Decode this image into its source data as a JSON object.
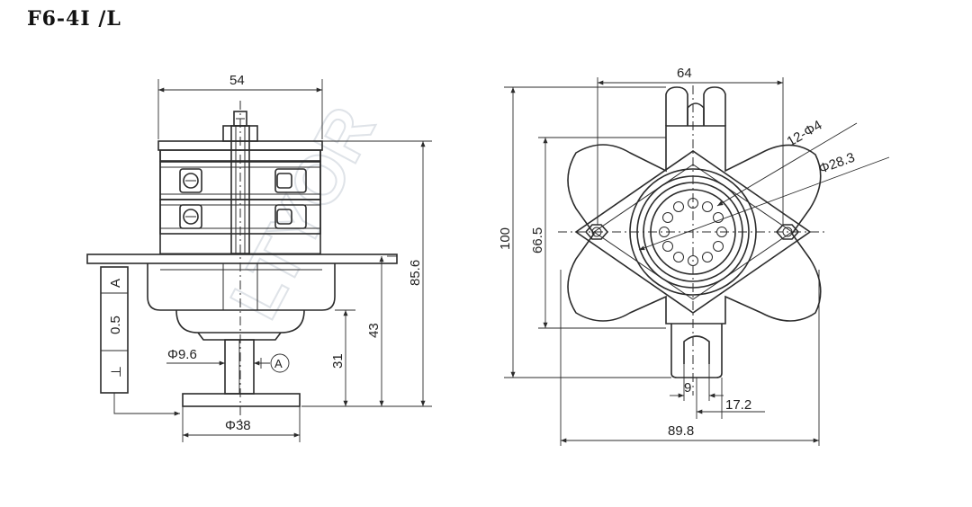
{
  "title": "F6-4I /L",
  "watermark": "LTYOR",
  "left_view": {
    "dims": {
      "width_top": "54",
      "height_total": "85.6",
      "height_43": "43",
      "height_31": "31",
      "shaft_dia": "Φ9.6",
      "knob_dia": "Φ38"
    },
    "label_box": {
      "top": "A",
      "middle": "0.5",
      "bottom": "⊥"
    },
    "ammeter_symbol": "A"
  },
  "right_view": {
    "dims": {
      "width_64": "64",
      "height_100": "100",
      "height_66_5": "66.5",
      "holes": "12-Φ4",
      "circle_dia": "Φ28.3",
      "slot_9": "9",
      "offset_17_2": "17.2",
      "width_89_8": "89.8"
    }
  }
}
